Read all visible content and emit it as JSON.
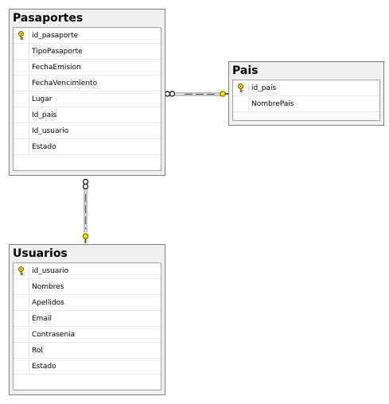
{
  "tables": {
    "pasaportes": {
      "title": "Pasaportes",
      "columns": [
        "id_pasaporte",
        "TipoPasaporte",
        "FechaEmision",
        "FechaVencimiento",
        "Lugar",
        "Id_pais",
        "Id_usuario",
        "Estado"
      ]
    },
    "pais": {
      "title": "Pais",
      "columns": [
        "id_pais",
        "NombrePais"
      ]
    },
    "usuarios": {
      "title": "Usuarios",
      "columns": [
        "id_usuario",
        "Nombres",
        "Apellidos",
        "Email",
        "Contrasenia",
        "Rol",
        "Estado"
      ]
    }
  },
  "icons": {
    "primary_key": "key-icon",
    "many_end": "infinity-icon"
  }
}
